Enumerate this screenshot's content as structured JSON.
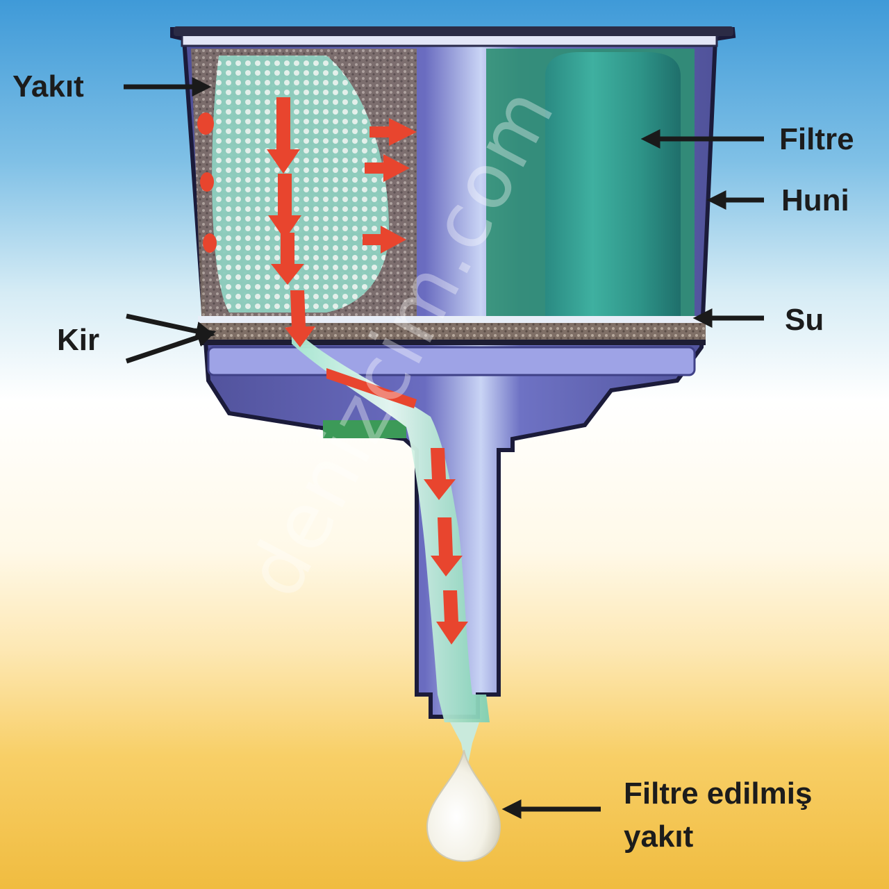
{
  "labels": {
    "yakit": "Yakıt",
    "filtre": "Filtre",
    "huni": "Huni",
    "su": "Su",
    "kir": "Kir",
    "filtered_line1": "Filtre edilmiş",
    "filtered_line2": "yakıt"
  },
  "watermark": "denizcim.com",
  "colors": {
    "sky_top": "#4fa3dc",
    "sand": "#f2c24a",
    "funnel_body": "#5d5fa8",
    "filter_green": "#2f9d85",
    "flow_red": "#e8452e"
  },
  "icons": [
    "arrow-pointer-icon",
    "flow-arrow-icon",
    "fuel-drop-icon"
  ]
}
